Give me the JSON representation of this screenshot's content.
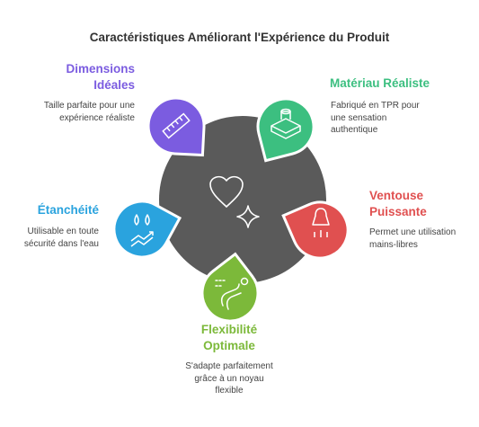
{
  "title": "Caractéristiques Améliorant l'Expérience du Produit",
  "colors": {
    "hub": "#5a5a5a",
    "purple": "#7b5ce0",
    "green": "#3cbf80",
    "red": "#e05050",
    "blue": "#2aa3de",
    "lime": "#7cb93a"
  },
  "features": {
    "dimensions": {
      "label_line1": "Dimensions",
      "label_line2": "Idéales",
      "desc_line1": "Taille parfaite pour une",
      "desc_line2": "expérience réaliste",
      "icon": "ruler-icon"
    },
    "materiau": {
      "label": "Matériau Réaliste",
      "desc_line1": "Fabriqué en TPR pour",
      "desc_line2": "une sensation",
      "desc_line3": "authentique",
      "icon": "material-icon"
    },
    "ventouse": {
      "label_line1": "Ventouse",
      "label_line2": "Puissante",
      "desc_line1": "Permet une utilisation",
      "desc_line2": "mains-libres",
      "icon": "suction-cup-icon"
    },
    "etancheite": {
      "label": "Étanchéité",
      "desc_line1": "Utilisable en toute",
      "desc_line2": "sécurité dans l'eau",
      "icon": "water-drops-icon"
    },
    "flexibilite": {
      "label_line1": "Flexibilité",
      "label_line2": "Optimale",
      "desc_line1": "S'adapte parfaitement",
      "desc_line2": "grâce à un noyau",
      "desc_line3": "flexible",
      "icon": "flexible-arm-icon"
    }
  },
  "hub_icons": [
    "heart-icon",
    "sparkle-icon"
  ]
}
